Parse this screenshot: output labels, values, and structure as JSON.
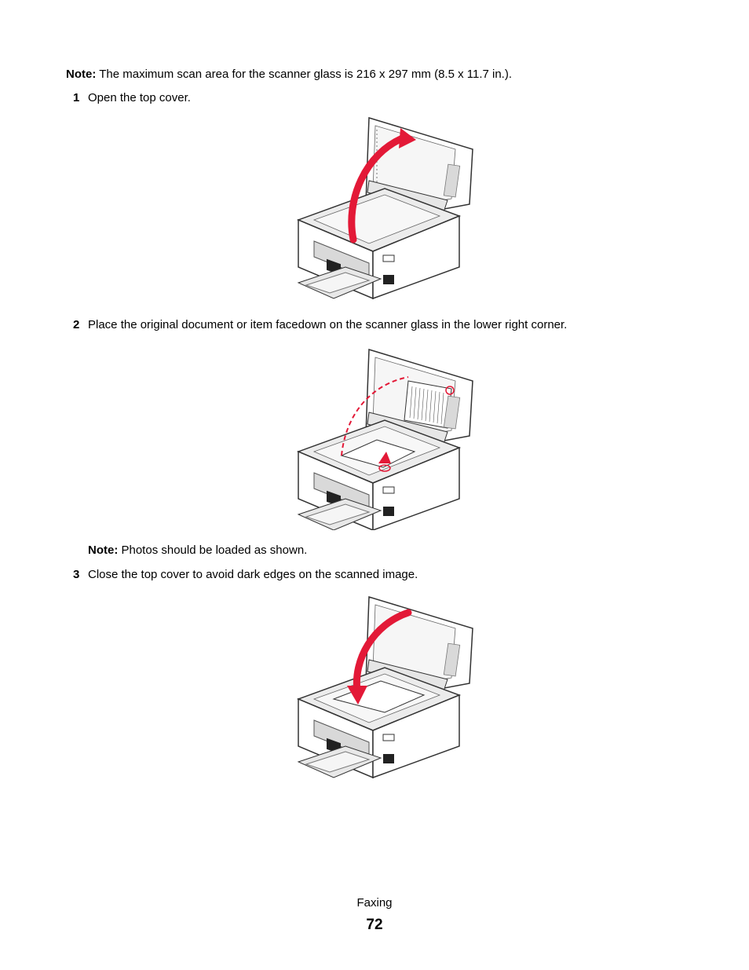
{
  "note_top": {
    "label": "Note:",
    "text": " The maximum scan area for the scanner glass is 216 x 297 mm (8.5 x 11.7 in.)."
  },
  "steps": [
    {
      "num": "1",
      "text": "Open the top cover."
    },
    {
      "num": "2",
      "text": "Place the original document or item facedown on the scanner glass in the lower right corner."
    },
    {
      "num": "3",
      "text": "Close the top cover to avoid dark edges on the scanned image."
    }
  ],
  "note_photos": {
    "label": "Note:",
    "text": " Photos should be loaded as shown."
  },
  "footer": {
    "section": "Faxing",
    "page_number": "72"
  },
  "colors": {
    "arrow_red": "#e31937",
    "outline": "#333333",
    "panel_gray": "#d9d9d9"
  }
}
